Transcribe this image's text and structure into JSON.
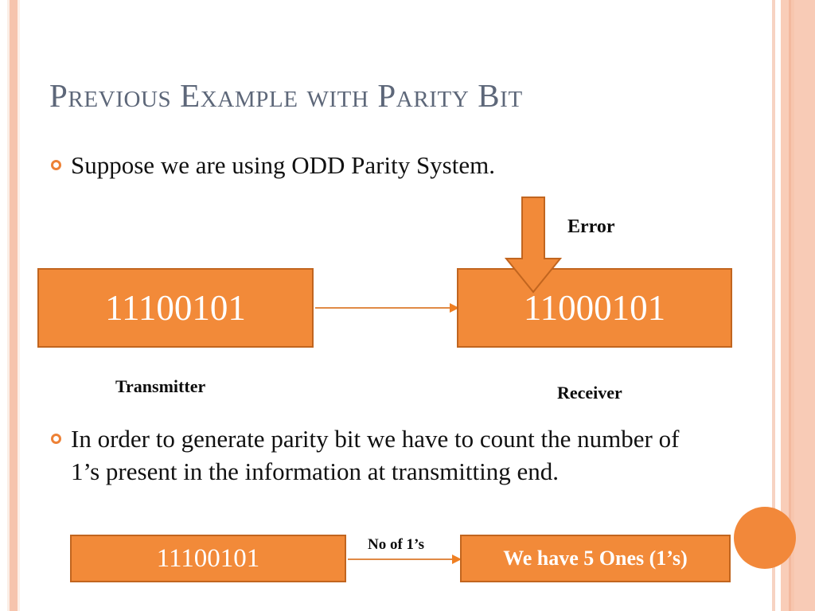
{
  "slide": {
    "title": "Previous Example with Parity Bit",
    "bullets": [
      {
        "text": "Suppose we are using ODD Parity System."
      },
      {
        "text": "In order to generate parity bit we have to count the number of 1’s present in the information at transmitting end."
      }
    ],
    "diagram_top": {
      "transmitter_box": "11100101",
      "receiver_box": "11000101",
      "transmitter_label": "Transmitter",
      "receiver_label": "Receiver",
      "error_label": "Error"
    },
    "diagram_bottom": {
      "data_box": "11100101",
      "arrow_label": "No of 1’s",
      "result_box": "We have 5 Ones (1’s)"
    },
    "colors": {
      "title": "#5d6779",
      "box_fill": "#f28a39",
      "box_border": "#c1651f",
      "bullet_marker": "#ed8136",
      "arrow": "#ef7f22",
      "body_text": "#111111",
      "border_stripe": "#f6c4ad"
    }
  }
}
